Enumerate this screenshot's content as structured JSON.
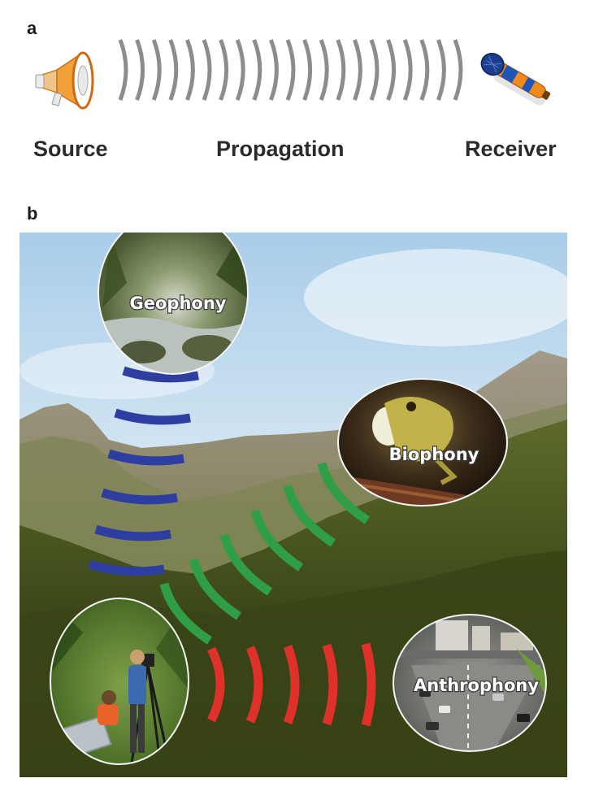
{
  "panel_a": {
    "label": "a",
    "captions": {
      "source": "Source",
      "propagation": "Propagation",
      "receiver": "Receiver"
    },
    "wave_count": 21,
    "icons": {
      "source": "megaphone-icon",
      "receiver": "microphone-icon"
    }
  },
  "panel_b": {
    "label": "b",
    "bubbles": {
      "geophony": "Geophony",
      "biophony": "Biophony",
      "anthrophony": "Anthrophony"
    },
    "colors": {
      "geophony_waves": "#2e3ea0",
      "biophony_waves": "#2f9e46",
      "anthrophony_waves": "#e0302a",
      "propagation_waves": "#8c8c8c"
    },
    "icons": {
      "recordist": "field-recordist-photo"
    }
  }
}
